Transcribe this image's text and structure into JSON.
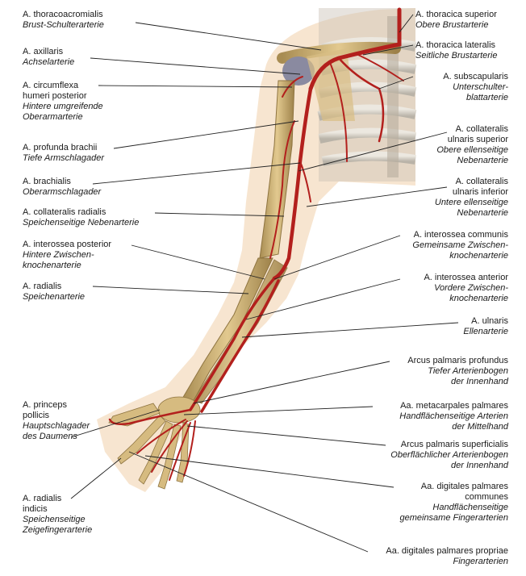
{
  "labels": {
    "thoracoacromialis": [
      "A. thoracoacromialis",
      "Brust-Schulterarterie"
    ],
    "axillaris": [
      "A. axillaris",
      "Achselarterie"
    ],
    "circumflexa": [
      "A. circumflexa",
      "humeri posterior",
      "Hintere umgreifende",
      "Oberarmarterie"
    ],
    "profunda": [
      "A. profunda brachii",
      "Tiefe Armschlagader"
    ],
    "brachialis": [
      "A. brachialis",
      "Oberarmschlagader"
    ],
    "coll_radialis": [
      "A. collateralis radialis",
      "Speichenseitige Nebenarterie"
    ],
    "interossea_post": [
      "A. interossea posterior",
      "Hintere Zwischen-",
      "knochenarterie"
    ],
    "radialis": [
      "A. radialis",
      "Speichenarterie"
    ],
    "princeps": [
      "A. princeps",
      "pollicis",
      "Hauptschlagader",
      "des Daumens"
    ],
    "radialis_indicis": [
      "A. radialis",
      "indicis",
      "Speichenseitige",
      "Zeigefingerarterie"
    ],
    "thoracica_sup": [
      "A. thoracica superior",
      "Obere Brustarterie"
    ],
    "thoracica_lat": [
      "A. thoracica lateralis",
      "Seitliche Brustarterie"
    ],
    "subscapularis": [
      "A. subscapularis",
      "Unterschulter-",
      "blattarterie"
    ],
    "coll_uln_sup": [
      "A. collateralis",
      "ulnaris superior",
      "Obere ellenseitige",
      "Nebenarterie"
    ],
    "coll_uln_inf": [
      "A. collateralis",
      "ulnaris inferior",
      "Untere ellenseitige",
      "Nebenarterie"
    ],
    "interossea_comm": [
      "A. interossea communis",
      "Gemeinsame Zwischen-",
      "knochenarterie"
    ],
    "interossea_ant": [
      "A. interossea anterior",
      "Vordere Zwischen-",
      "knochenarterie"
    ],
    "ulnaris": [
      "A. ulnaris",
      "Ellenarterie"
    ],
    "arcus_prof": [
      "Arcus palmaris profundus",
      "Tiefer Arterienbogen",
      "der Innenhand"
    ],
    "metacarpales": [
      "Aa. metacarpales palmares",
      "Handflächenseitige Arterien",
      "der Mittelhand"
    ],
    "arcus_sup": [
      "Arcus palmaris superficialis",
      "Oberflächlicher Arterienbogen",
      "der Innenhand"
    ],
    "dig_communes": [
      "Aa. digitales palmares",
      "communes",
      "Handflächenseitige",
      "gemeinsame Fingerarterien"
    ],
    "dig_propriae": [
      "Aa. digitales palmares propriae",
      "Fingerarterien"
    ]
  },
  "colors": {
    "artery": "#b3201d",
    "artery_dark": "#7c1512",
    "bone": "#c9ad73",
    "bone_dark": "#8e7440",
    "skin": "#f4dcc0",
    "rib": "#d7d2c8",
    "leader": "#222222"
  }
}
